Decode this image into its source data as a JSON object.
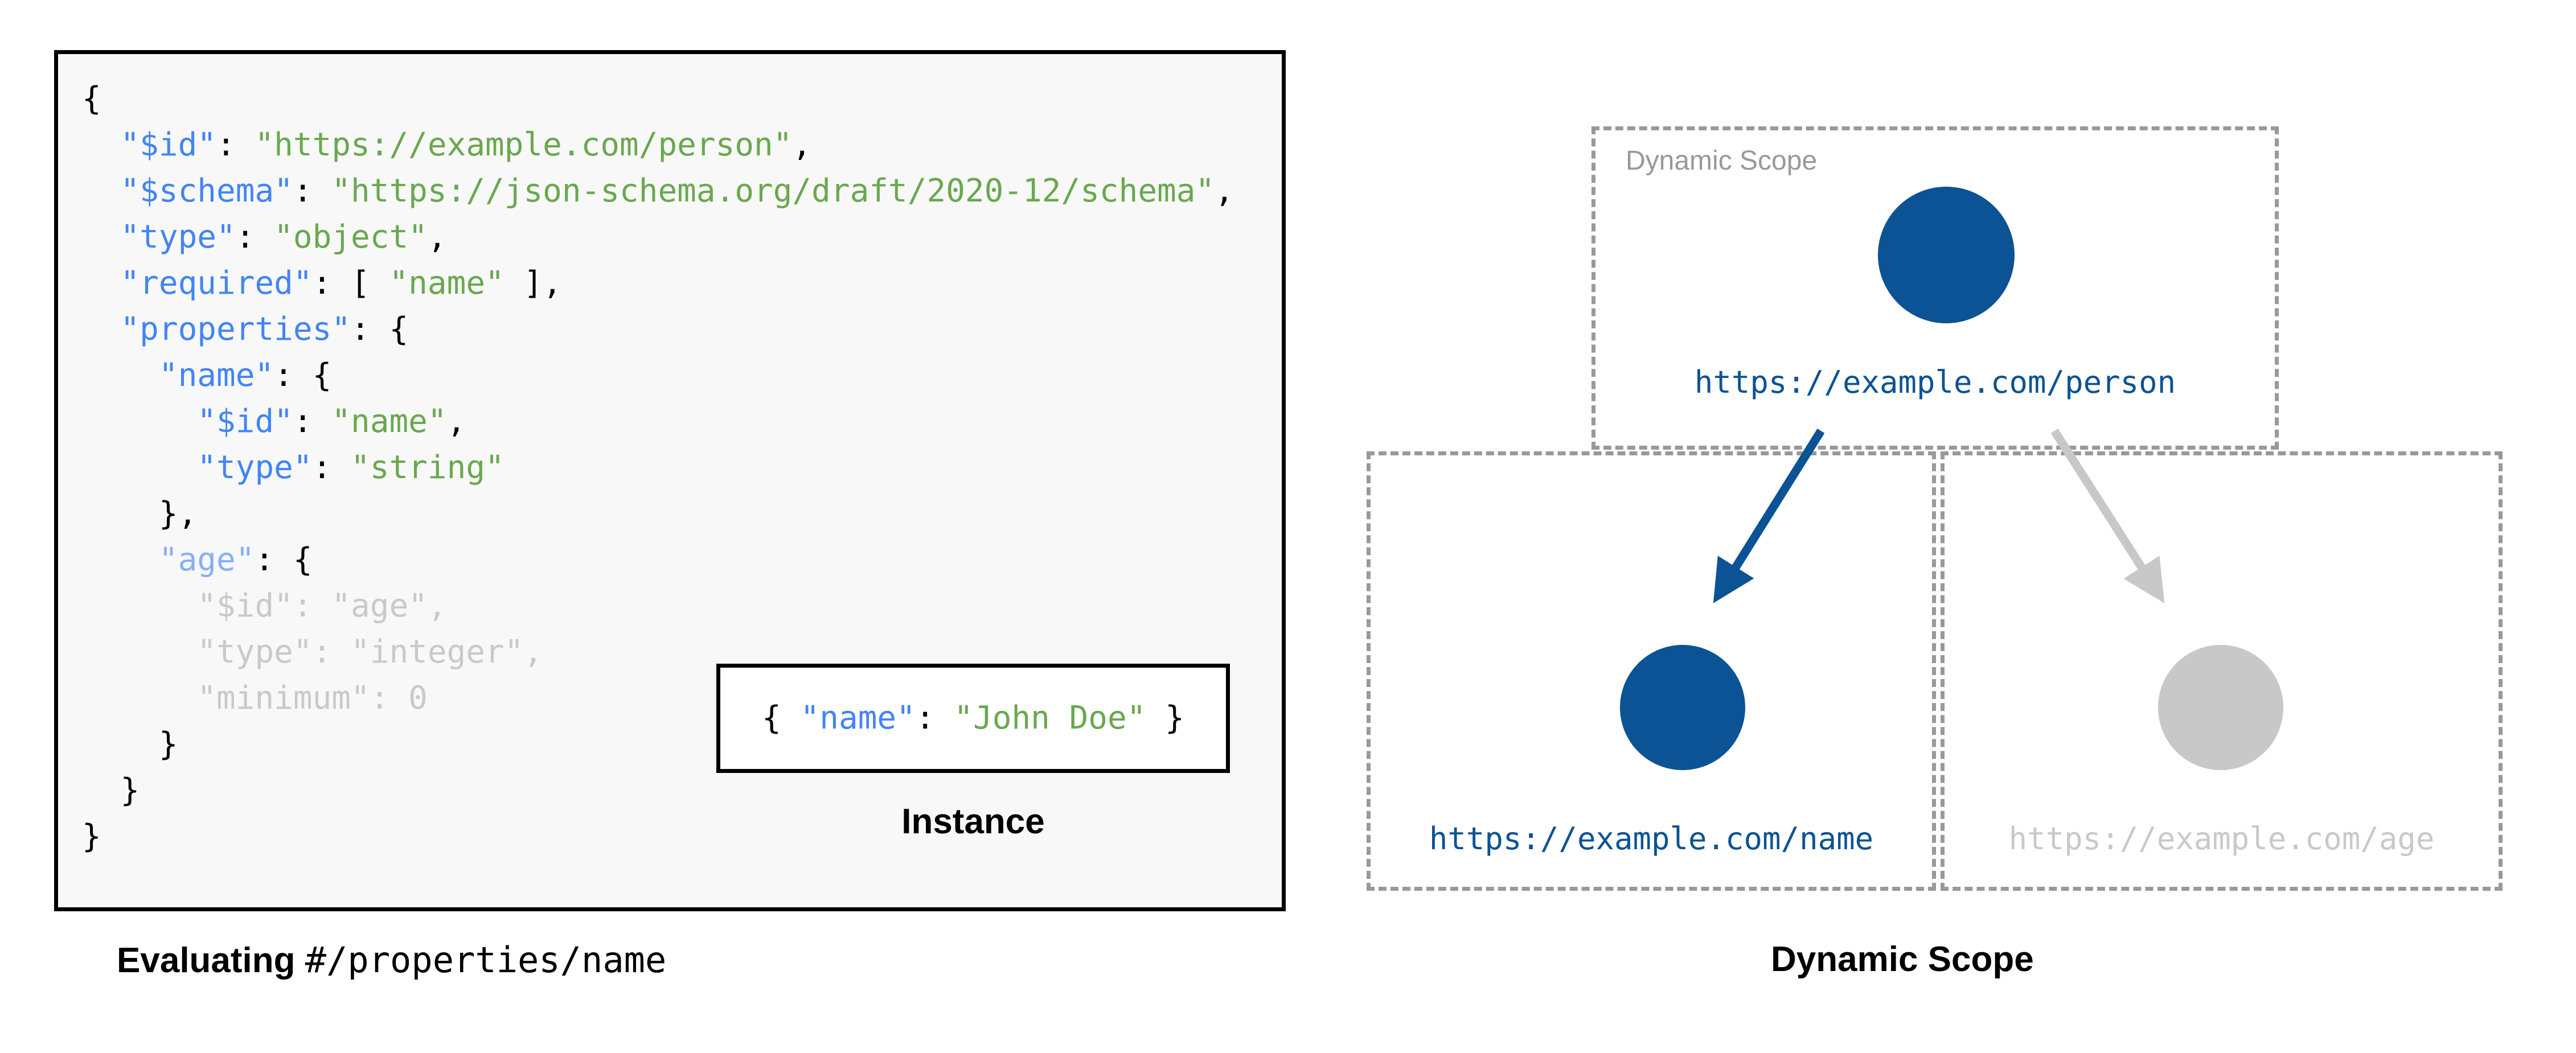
{
  "left_panel": {
    "code_lines": [
      {
        "indent": 0,
        "tokens": [
          {
            "t": "{",
            "c": "p"
          }
        ]
      },
      {
        "indent": 1,
        "tokens": [
          {
            "t": "\"$id\"",
            "c": "k"
          },
          {
            "t": ": ",
            "c": "p"
          },
          {
            "t": "\"https://example.com/person\"",
            "c": "s"
          },
          {
            "t": ",",
            "c": "p"
          }
        ]
      },
      {
        "indent": 1,
        "tokens": [
          {
            "t": "\"$schema\"",
            "c": "k"
          },
          {
            "t": ": ",
            "c": "p"
          },
          {
            "t": "\"https://json-schema.org/draft/2020-12/schema\"",
            "c": "s"
          },
          {
            "t": ",",
            "c": "p"
          }
        ]
      },
      {
        "indent": 1,
        "tokens": [
          {
            "t": "\"type\"",
            "c": "k"
          },
          {
            "t": ": ",
            "c": "p"
          },
          {
            "t": "\"object\"",
            "c": "s"
          },
          {
            "t": ",",
            "c": "p"
          }
        ]
      },
      {
        "indent": 1,
        "tokens": [
          {
            "t": "\"required\"",
            "c": "k"
          },
          {
            "t": ": [ ",
            "c": "p"
          },
          {
            "t": "\"name\"",
            "c": "s"
          },
          {
            "t": " ],",
            "c": "p"
          }
        ]
      },
      {
        "indent": 1,
        "tokens": [
          {
            "t": "\"properties\"",
            "c": "k"
          },
          {
            "t": ": {",
            "c": "p"
          }
        ]
      },
      {
        "indent": 2,
        "tokens": [
          {
            "t": "\"name\"",
            "c": "k"
          },
          {
            "t": ": {",
            "c": "p"
          }
        ]
      },
      {
        "indent": 3,
        "tokens": [
          {
            "t": "\"$id\"",
            "c": "k"
          },
          {
            "t": ": ",
            "c": "p"
          },
          {
            "t": "\"name\"",
            "c": "s"
          },
          {
            "t": ",",
            "c": "p"
          }
        ]
      },
      {
        "indent": 3,
        "tokens": [
          {
            "t": "\"type\"",
            "c": "k"
          },
          {
            "t": ": ",
            "c": "p"
          },
          {
            "t": "\"string\"",
            "c": "s"
          }
        ]
      },
      {
        "indent": 2,
        "tokens": [
          {
            "t": "},",
            "c": "p"
          }
        ]
      },
      {
        "indent": 2,
        "tokens": [
          {
            "t": "\"age\"",
            "c": "dim-k"
          },
          {
            "t": ": {",
            "c": "p"
          }
        ]
      },
      {
        "indent": 3,
        "tokens": [
          {
            "t": "\"$id\"",
            "c": "dim"
          },
          {
            "t": ": ",
            "c": "dim"
          },
          {
            "t": "\"age\"",
            "c": "dim"
          },
          {
            "t": ",",
            "c": "dim"
          }
        ]
      },
      {
        "indent": 3,
        "tokens": [
          {
            "t": "\"type\"",
            "c": "dim"
          },
          {
            "t": ": ",
            "c": "dim"
          },
          {
            "t": "\"integer\"",
            "c": "dim"
          },
          {
            "t": ",",
            "c": "dim"
          }
        ]
      },
      {
        "indent": 3,
        "tokens": [
          {
            "t": "\"minimum\"",
            "c": "dim"
          },
          {
            "t": ": ",
            "c": "dim"
          },
          {
            "t": "0",
            "c": "dim"
          }
        ]
      },
      {
        "indent": 2,
        "tokens": [
          {
            "t": "}",
            "c": "p"
          }
        ]
      },
      {
        "indent": 1,
        "tokens": [
          {
            "t": "}",
            "c": "p"
          }
        ]
      },
      {
        "indent": 0,
        "tokens": [
          {
            "t": "}",
            "c": "p"
          }
        ]
      }
    ],
    "instance": {
      "tokens": [
        {
          "t": "{ ",
          "c": "p"
        },
        {
          "t": "\"name\"",
          "c": "k"
        },
        {
          "t": ": ",
          "c": "p"
        },
        {
          "t": "\"John Doe\"",
          "c": "s"
        },
        {
          "t": " }",
          "c": "p"
        }
      ],
      "label": "Instance"
    },
    "caption": {
      "bold_part": "Evaluating ",
      "mono_part": "#/properties/name"
    }
  },
  "right_panel": {
    "caption": "Dynamic Scope",
    "scope_box_label": "Dynamic Scope",
    "nodes": [
      {
        "id": "person",
        "label": "https://example.com/person",
        "color": "#0b5394",
        "state": "active"
      },
      {
        "id": "name",
        "label": "https://example.com/name",
        "color": "#0b5394",
        "state": "active"
      },
      {
        "id": "age",
        "label": "https://example.com/age",
        "color": "#c8c8c8",
        "state": "inactive"
      }
    ],
    "edges": [
      {
        "from": "person",
        "to": "name",
        "color": "#0b5394",
        "state": "active"
      },
      {
        "from": "person",
        "to": "age",
        "color": "#c8c8c8",
        "state": "inactive"
      }
    ]
  },
  "colors": {
    "accent_blue": "#0b5394",
    "key_blue": "#4285f4",
    "string_green": "#6aa84f",
    "dim_grey": "#c9c9c9",
    "dash_grey": "#999999",
    "panel_bg": "#f8f8f8"
  }
}
